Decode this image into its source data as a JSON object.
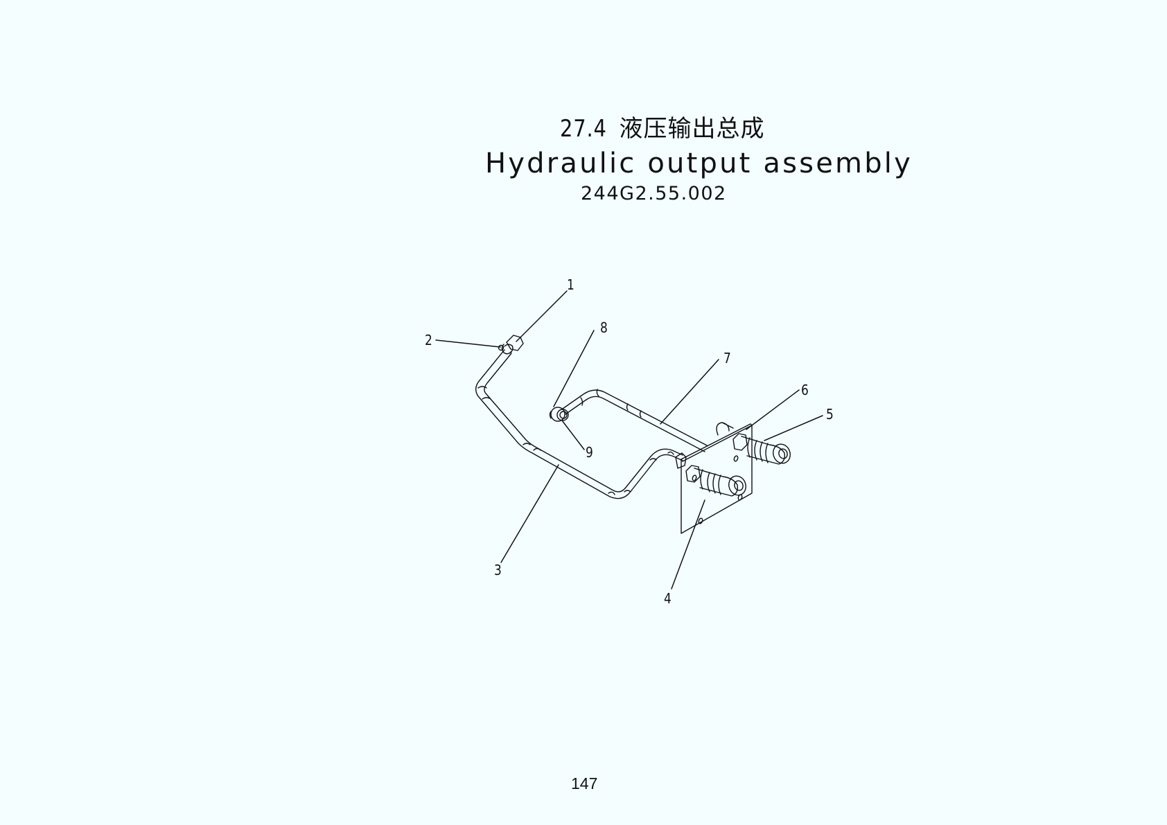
{
  "header": {
    "section_number": "27.4",
    "title_cn": "液压输出总成",
    "title_en": "Hydraulic output assembly",
    "part_code": "244G2.55.002"
  },
  "diagram": {
    "description": "Exploded isometric line drawing of hydraulic output assembly with numbered callouts",
    "line_color": "#111111",
    "callouts": [
      {
        "id": "1",
        "label": "1"
      },
      {
        "id": "2",
        "label": "2"
      },
      {
        "id": "3",
        "label": "3"
      },
      {
        "id": "4",
        "label": "4"
      },
      {
        "id": "5",
        "label": "5"
      },
      {
        "id": "6",
        "label": "6"
      },
      {
        "id": "7",
        "label": "7"
      },
      {
        "id": "8",
        "label": "8"
      },
      {
        "id": "9",
        "label": "9"
      }
    ]
  },
  "footer": {
    "page_number": "147"
  },
  "colors": {
    "background": "#F4FEFF",
    "ink": "#111111"
  }
}
